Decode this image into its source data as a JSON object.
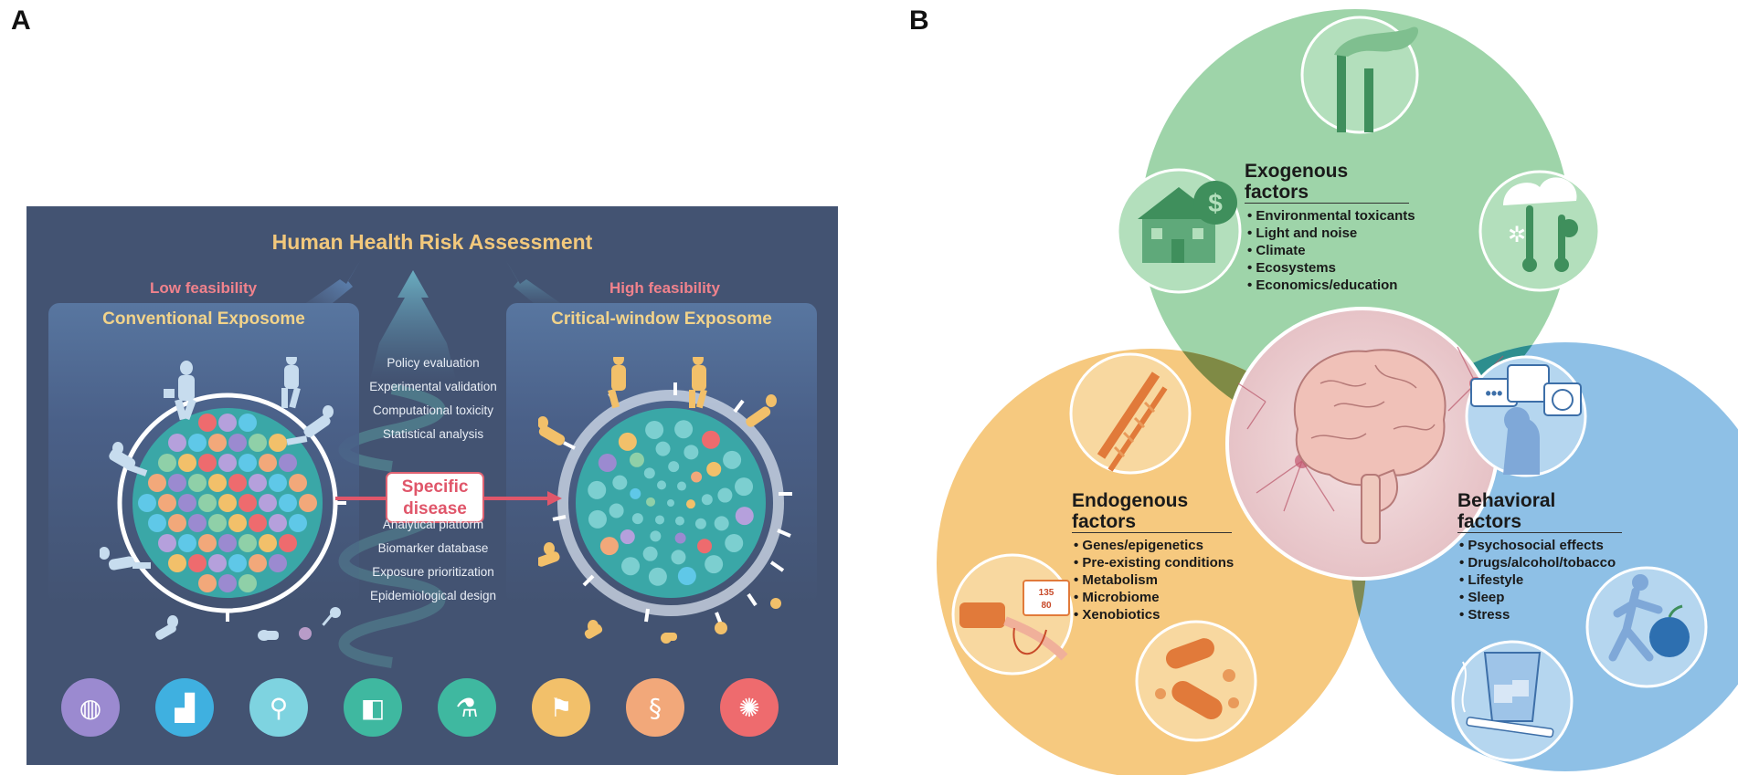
{
  "panels": {
    "a_label": "A",
    "b_label": "B"
  },
  "panel_a": {
    "title": "Human Health Risk Assessment",
    "left": {
      "feasibility": "Low feasibility",
      "box_title": "Conventional Exposome"
    },
    "right": {
      "feasibility": "High feasibility",
      "box_title": "Critical-window Exposome"
    },
    "steps_top": [
      "Policy evaluation",
      "Experimental validation",
      "Computational toxicity",
      "Statistical analysis"
    ],
    "specific_disease": "Specific disease",
    "steps_bottom": [
      "Analytical platform",
      "Biomarker database",
      "Exposure prioritization",
      "Epidemiological design"
    ],
    "bottom_icons": [
      {
        "icon": "earth-thermometer-icon",
        "color": "#9b8ad0"
      },
      {
        "icon": "factory-icon",
        "color": "#3fb0e0"
      },
      {
        "icon": "wine-cigarette-icon",
        "color": "#7ed3e0"
      },
      {
        "icon": "food-bottle-icon",
        "color": "#3fb8a0"
      },
      {
        "icon": "chemicals-medicine-icon",
        "color": "#3fb8a0"
      },
      {
        "icon": "running-person-icon",
        "color": "#f2c06a"
      },
      {
        "icon": "intestine-icon",
        "color": "#f2a87a"
      },
      {
        "icon": "microbe-icon",
        "color": "#ee6b6e"
      }
    ],
    "colors": {
      "background": "#435372",
      "title": "#f2c87c",
      "feasibility": "#f0828c",
      "disease": "#e0566a"
    }
  },
  "panel_b": {
    "exogenous": {
      "title_line1": "Exogenous",
      "title_line2": "factors",
      "items": [
        "Environmental toxicants",
        "Light and noise",
        "Climate",
        "Ecosystems",
        "Economics/education"
      ],
      "color": "#9ed4a9"
    },
    "endogenous": {
      "title_line1": "Endogenous",
      "title_line2": "factors",
      "items": [
        "Genes/epigenetics",
        "Pre-existing conditions",
        "Metabolism",
        "Microbiome",
        "Xenobiotics"
      ],
      "color": "#f6c97f"
    },
    "behavioral": {
      "title_line1": "Behavioral",
      "title_line2": "factors",
      "items": [
        "Psychosocial effects",
        "Drugs/alcohol/tobacco",
        "Lifestyle",
        "Sleep",
        "Stress"
      ],
      "color": "#8ec0e6"
    },
    "blood_pressure": {
      "systolic": "135",
      "diastolic": "80"
    },
    "icons": [
      "factory-smokestack-icon",
      "house-dollar-icon",
      "weather-thermometer-icon",
      "dna-icon",
      "blood-pressure-icon",
      "bacteria-icon",
      "brain-neuron-icon",
      "speech-balance-clock-icon",
      "runner-apple-icon",
      "glass-cigarette-icon"
    ]
  }
}
